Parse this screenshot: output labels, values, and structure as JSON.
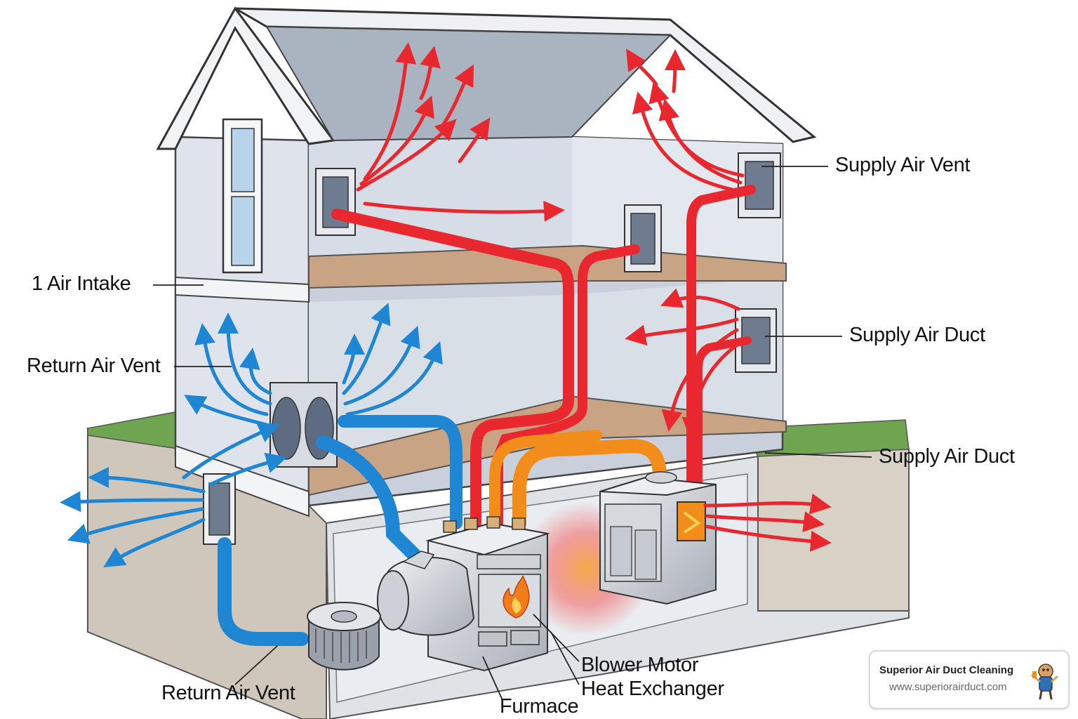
{
  "labels": {
    "supply_air_vent": "Supply Air Vent",
    "air_intake": "1 Air Intake",
    "supply_air_duct_upper": "Supply Air Duct",
    "return_air_vent_left": "Return Air Vent",
    "supply_air_duct_lower": "Supply Air Duct",
    "return_air_vent_bottom": "Return Air Vent",
    "blower_motor": "Blower Motor",
    "heat_exchanger": "Heat Exchanger",
    "furnace": "Furmace"
  },
  "badge": {
    "company": "Superior Air Duct Cleaning",
    "website": "www.superiorairduct.com"
  },
  "colors": {
    "supply_air": "#e8282e",
    "return_air": "#1f86d4",
    "warm_duct": "#f28c1a",
    "wall": "#dfe4ec",
    "floor": "#c9a484",
    "ground": "#cfc7bb",
    "grass": "#6fa450"
  }
}
